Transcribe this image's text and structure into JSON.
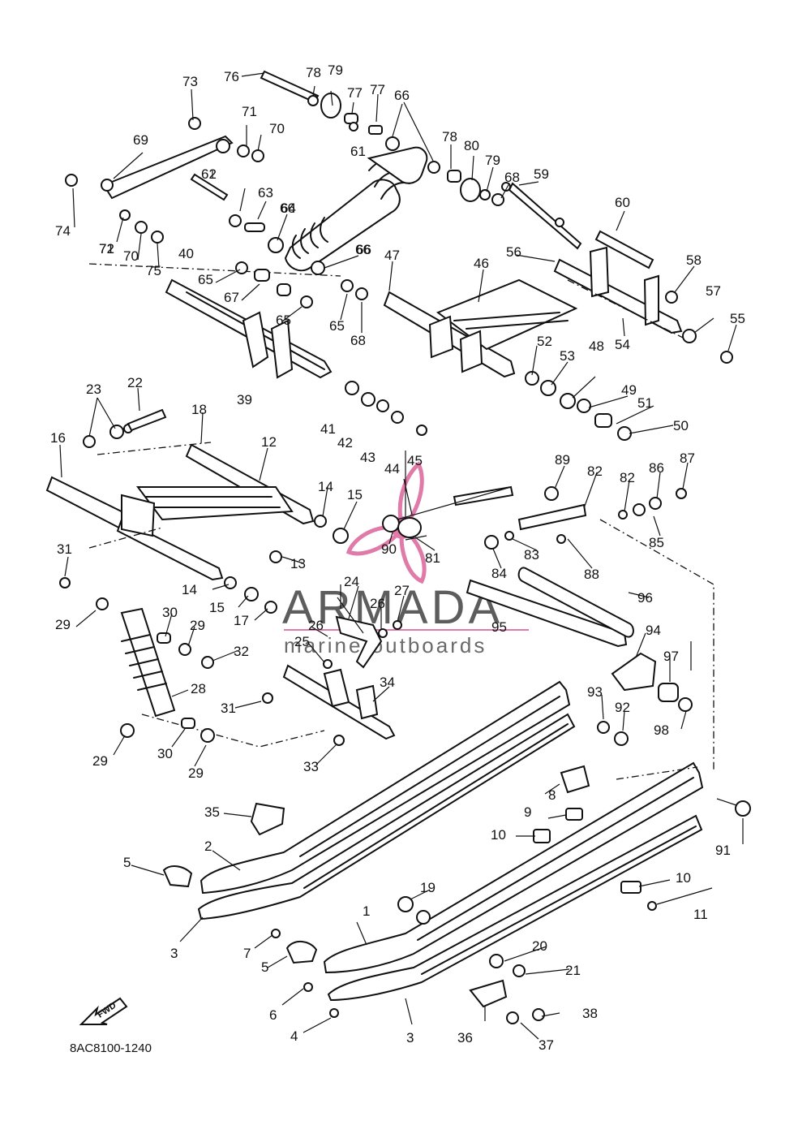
{
  "diagram_code": "8AC8100-1240",
  "fwd_label": "FWD",
  "watermark": {
    "brand": "ARMADA",
    "tagline": "marine outboards",
    "accent": "#e07aa8",
    "text_color": "#5d5d5d"
  },
  "callouts": [
    "1",
    "2",
    "3",
    "3",
    "4",
    "5",
    "5",
    "6",
    "7",
    "8",
    "9",
    "10",
    "10",
    "11",
    "12",
    "13",
    "14",
    "14",
    "15",
    "15",
    "16",
    "17",
    "18",
    "19",
    "20",
    "21",
    "22",
    "23",
    "24",
    "25",
    "26",
    "26",
    "27",
    "28",
    "29",
    "29",
    "29",
    "29",
    "30",
    "30",
    "31",
    "31",
    "32",
    "33",
    "34",
    "35",
    "36",
    "37",
    "38",
    "39",
    "40",
    "41",
    "42",
    "43",
    "44",
    "45",
    "46",
    "47",
    "48",
    "49",
    "50",
    "51",
    "52",
    "53",
    "54",
    "55",
    "56",
    "57",
    "58",
    "59",
    "60",
    "61",
    "62",
    "63",
    "64",
    "65",
    "65",
    "65",
    "66",
    "66",
    "66",
    "66",
    "67",
    "68",
    "68",
    "69",
    "70",
    "70",
    "71",
    "71",
    "72",
    "73",
    "74",
    "75",
    "76",
    "77",
    "77",
    "78",
    "78",
    "79",
    "79",
    "80",
    "81",
    "82",
    "82",
    "83",
    "84",
    "85",
    "86",
    "87",
    "88",
    "89",
    "90",
    "91",
    "92",
    "93",
    "94",
    "95",
    "96",
    "97",
    "98"
  ]
}
